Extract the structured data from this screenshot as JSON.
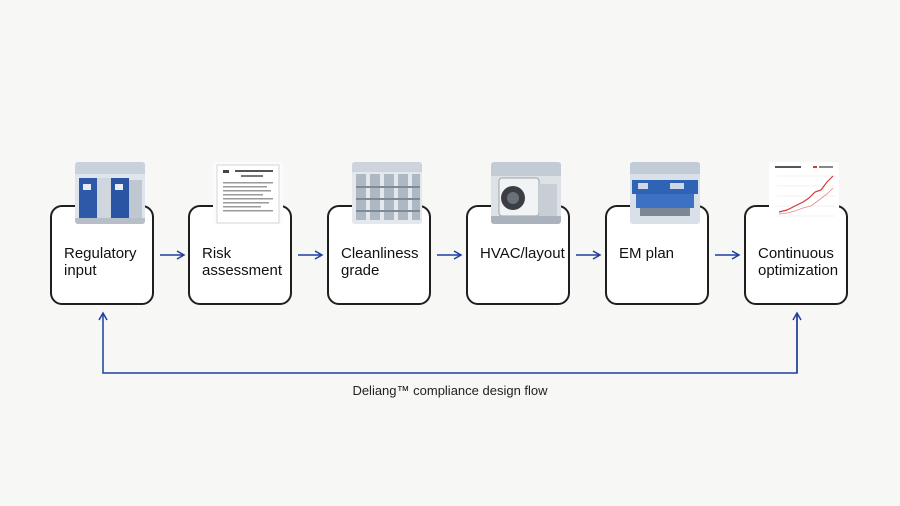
{
  "steps": [
    {
      "label": "Regulatory input",
      "image": "electrical-cabinet-photo"
    },
    {
      "label": "Risk assessment",
      "image": "document-page-photo"
    },
    {
      "label": "Cleanliness grade",
      "image": "cleanroom-racks-photo"
    },
    {
      "label": "HVAC/layout",
      "image": "hvac-unit-photo"
    },
    {
      "label": "EM plan",
      "image": "blue-machinery-photo"
    },
    {
      "label": "Continuous optimization",
      "image": "line-chart-photo"
    }
  ],
  "caption": "Deliang™ compliance design flow",
  "colors": {
    "arrow": "#1e3f9e",
    "box_border": "#1f1f1f",
    "background": "#f7f7f6"
  }
}
